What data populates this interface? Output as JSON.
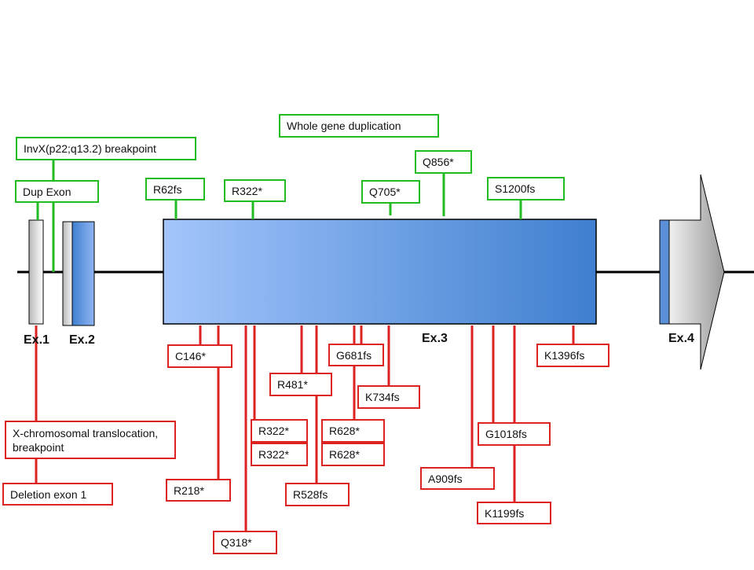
{
  "exons": {
    "ex1": "Ex.1",
    "ex2": "Ex.2",
    "ex3": "Ex.3",
    "ex4": "Ex.4"
  },
  "above_labels": {
    "whole_gene": "Whole gene duplication",
    "invx": "InvX(p22;q13.2)  breakpoint",
    "dup_exon": "Dup Exon",
    "r62fs": "R62fs",
    "r322": "R322*",
    "q705": "Q705*",
    "q856": "Q856*",
    "s1200fs": "S1200fs"
  },
  "below_labels": {
    "c146": "C146*",
    "g681fs": "G681fs",
    "k1396fs": "K1396fs",
    "r481": "R481*",
    "k734fs": "K734fs",
    "translocation": "X-chromosomal translocation, breakpoint",
    "r322_a": "R322*",
    "r322_b": "R322*",
    "r628_a": "R628*",
    "r628_b": "R628*",
    "g1018fs": "G1018fs",
    "a909fs": "A909fs",
    "deletion": "Deletion exon 1",
    "r218": "R218*",
    "r528fs": "R528fs",
    "k1199fs": "K1199fs",
    "q318": "Q318*"
  },
  "colors": {
    "green": "#22bb22",
    "red": "#dd2222",
    "exon_blue_light": "#a3c5fb",
    "exon_blue_dark": "#3f7fcf"
  }
}
